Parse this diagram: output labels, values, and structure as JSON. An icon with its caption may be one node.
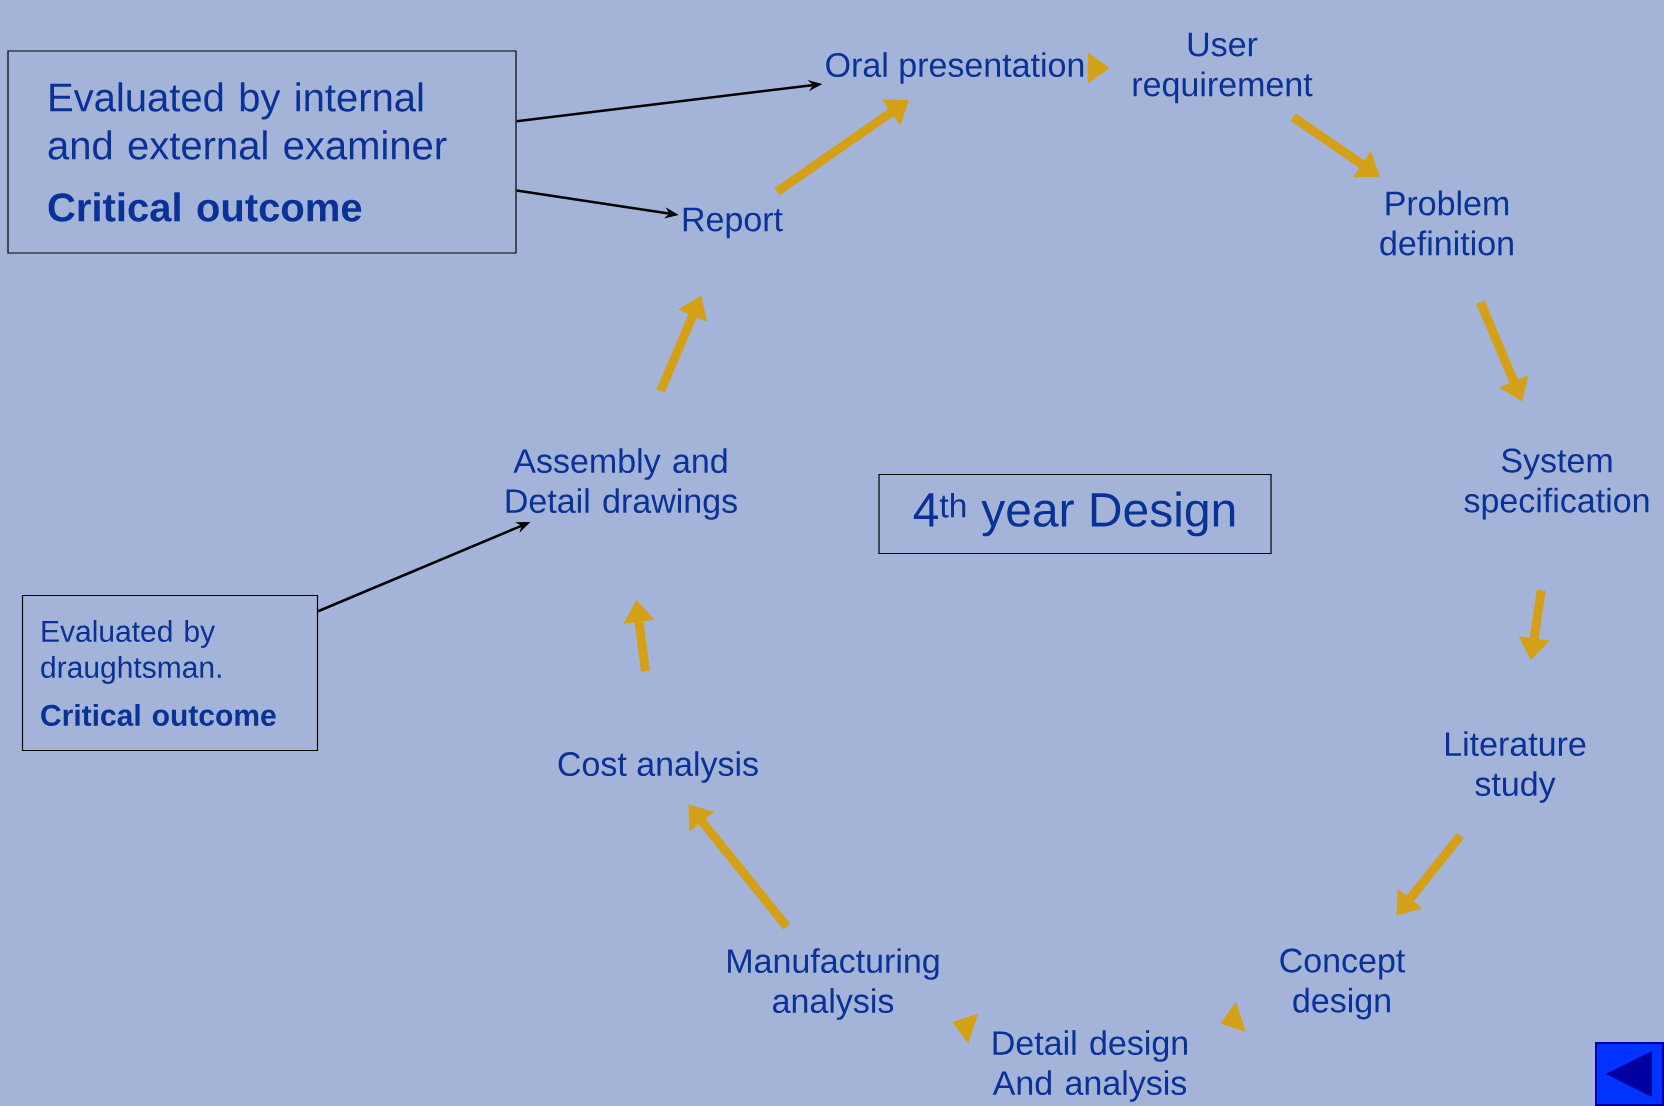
{
  "diagram": {
    "nodes": [
      {
        "text": [
          "Evaluated by internal and external examiner",
          "Critical outcome"
        ]
      },
      {
        "text": [
          "Oral presentation"
        ]
      },
      {
        "text": [
          "User requirement"
        ]
      },
      {
        "text": [
          "Problem definition"
        ]
      },
      {
        "text": [
          "System specification"
        ]
      },
      {
        "text": [
          "Literature study"
        ]
      },
      {
        "text": [
          "Concept design"
        ]
      },
      {
        "text": [
          "Detail design And analysis"
        ]
      },
      {
        "text": [
          "Manufacturing analysis"
        ]
      },
      {
        "text": [
          "Cost analysis"
        ]
      },
      {
        "text": [
          "Assembly and Detail drawings"
        ]
      },
      {
        "text": [
          "Report"
        ]
      },
      {
        "text": [
          "4$^{th}$ year Design"
        ]
      },
      {
        "text": [
          "Evaluated by draughtsman.",
          "Critical outcome"
        ]
      }
    ],
    "edges": [
      {
        "from": 0,
        "to": 1,
        "arrow": "to",
        "color": "#000000"
      },
      {
        "from": 0,
        "to": 11,
        "arrow": "to",
        "color": "#000000"
      },
      {
        "from": 13,
        "to": 10,
        "arrow": "to",
        "color": "#000000"
      },
      {
        "from": 1,
        "to": 2,
        "arrow": "to"
      },
      {
        "from": 2,
        "to": 3,
        "arrow": "to"
      },
      {
        "from": 3,
        "to": 4,
        "arrow": "to"
      },
      {
        "from": 4,
        "to": 5,
        "arrow": "to"
      },
      {
        "from": 5,
        "to": 6,
        "arrow": "to"
      },
      {
        "from": 6,
        "to": 7,
        "arrow": "to"
      },
      {
        "from": 7,
        "to": 8,
        "arrow": "to"
      },
      {
        "from": 8,
        "to": 9,
        "arrow": "to"
      },
      {
        "from": 9,
        "to": 10,
        "arrow": "to"
      },
      {
        "from": 10,
        "to": 11,
        "arrow": "to"
      },
      {
        "from": 11,
        "to": 1,
        "arrow": "to"
      }
    ]
  }
}
